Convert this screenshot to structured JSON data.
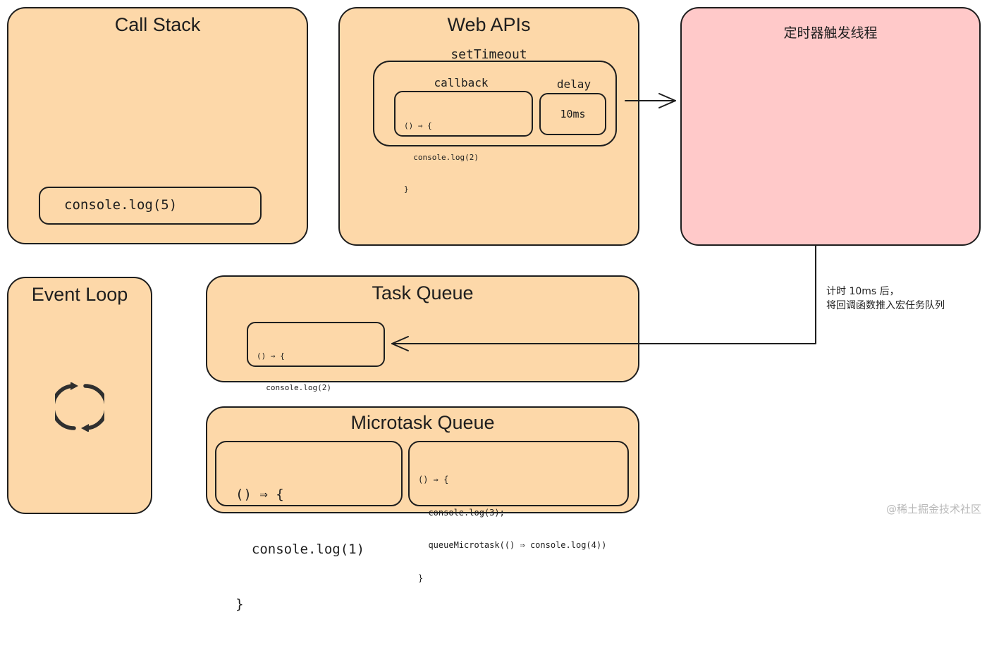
{
  "call_stack": {
    "title": "Call Stack",
    "frame": "console.log(5)"
  },
  "web_apis": {
    "title": "Web APIs",
    "timer_label": "setTimeout",
    "callback_label": "callback",
    "callback_code": [
      "() ⇒ {",
      "  console.log(2)",
      "}"
    ],
    "delay_label": "delay",
    "delay_value": "10ms"
  },
  "timer_thread": {
    "title": "定时器触发线程"
  },
  "annotation": {
    "line1": "计时 10ms 后，",
    "line2": "将回调函数推入宏任务队列"
  },
  "event_loop": {
    "title": "Event Loop",
    "icon": "refresh-cycle-icon"
  },
  "task_queue": {
    "title": "Task Queue",
    "item_code": [
      "() ⇒ {",
      "  console.log(2)",
      "}"
    ]
  },
  "microtask_queue": {
    "title": "Microtask Queue",
    "item1_code": [
      "() ⇒ {",
      "  console.log(1)",
      "}"
    ],
    "item2_code": [
      "() ⇒ {",
      "  console.log(3);",
      "  queueMicrotask(() ⇒ console.log(4))",
      "}"
    ]
  },
  "watermark": "@稀土掘金技术社区",
  "colors": {
    "panel_fill": "#fdd8a9",
    "timer_fill": "#ffc9c9",
    "stroke": "#1e1e1e"
  }
}
